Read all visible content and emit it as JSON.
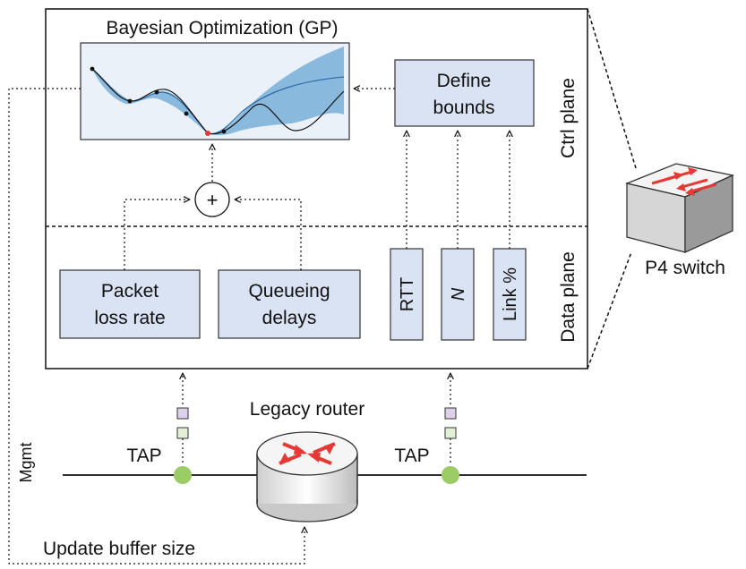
{
  "title": "Bayesian Optimization (GP)",
  "define_bounds": [
    "Define",
    "bounds"
  ],
  "plus_symbol": "+",
  "ctrl_plane_label": "Ctrl plane",
  "data_plane_label": "Data plane",
  "packet_loss": [
    "Packet",
    "loss rate"
  ],
  "queueing_delays": [
    "Queueing",
    "delays"
  ],
  "metrics": {
    "rtt": "RTT",
    "n": "N",
    "link": "Link %"
  },
  "p4_switch_label": "P4 switch",
  "legacy_router_label": "Legacy router",
  "tap_left_label": "TAP",
  "tap_right_label": "TAP",
  "mgmt_label": "Mgmt",
  "update_buffer_label": "Update buffer size",
  "colors": {
    "gp_band": "#6aa6d6",
    "gp_panel": "#eaf1f8",
    "tap_dot": "#9ccc65",
    "arrow_red": "#e53935",
    "small_square_purple": "#ddd0ea",
    "small_square_green": "#e2f0d5"
  }
}
